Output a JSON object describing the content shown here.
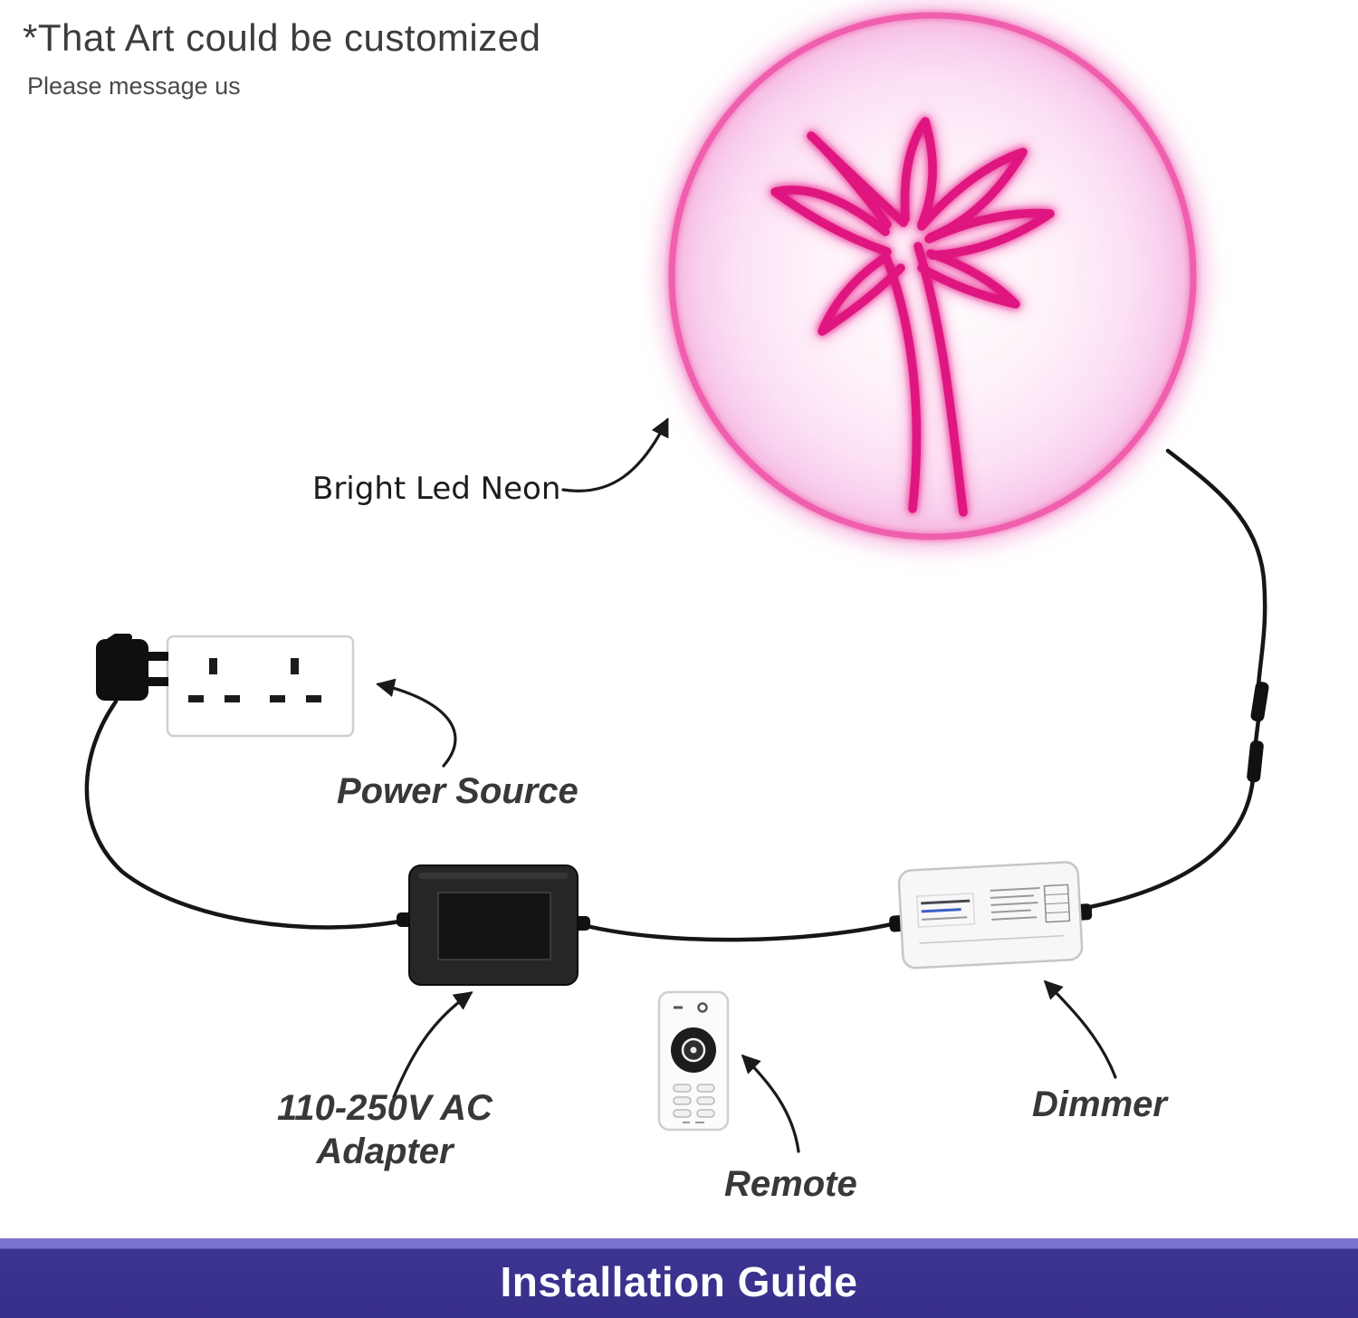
{
  "header": {
    "title": "*That Art could be customized",
    "subtitle": "Please message us"
  },
  "diagram": {
    "neon_label": "Bright Led Neon",
    "power_source_label": "Power Source",
    "adapter_label_line1": "110-250V AC",
    "adapter_label_line2": "Adapter",
    "remote_label": "Remote",
    "dimmer_label": "Dimmer"
  },
  "footer": {
    "title": "Installation Guide"
  },
  "colors": {
    "neon_stroke": "#e01280",
    "neon_ring": "#ef5fae",
    "neon_glow": "#f9c9ec",
    "wire": "#161616",
    "banner_dark": "#3c3492",
    "banner_light": "#7b74ce",
    "label_text": "#383838"
  }
}
